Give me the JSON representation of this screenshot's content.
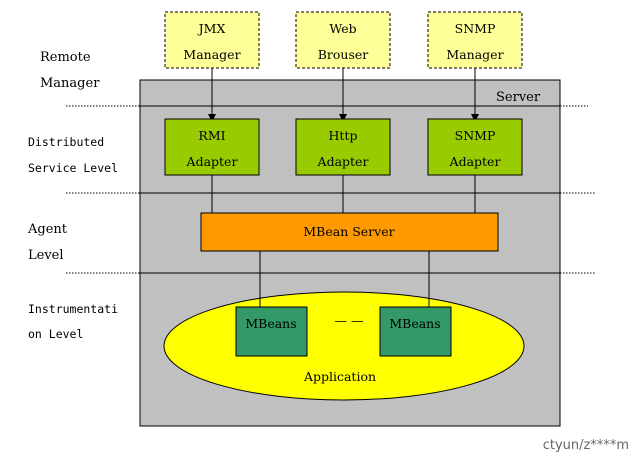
{
  "layers": {
    "remote_line1": "Remote",
    "remote_line2": "Manager",
    "distributed_line1": "Distributed",
    "distributed_line2": "Service Level",
    "agent_line1": "Agent",
    "agent_line2": "Level",
    "instr_line1": "Instrumentati",
    "instr_line2": "on Level"
  },
  "server_label": "Server",
  "managers": [
    {
      "line1": "JMX",
      "line2": "Manager"
    },
    {
      "line1": "Web",
      "line2": "Brouser"
    },
    {
      "line1": "SNMP",
      "line2": "Manager"
    }
  ],
  "adapters": [
    {
      "line1": "RMI",
      "line2": "Adapter"
    },
    {
      "line1": "Http",
      "line2": "Adapter"
    },
    {
      "line1": "SNMP",
      "line2": "Adapter"
    }
  ],
  "mbean_server": "MBean Server",
  "mbeans": [
    "MBeans",
    "MBeans"
  ],
  "ellipsis": "— —",
  "application": "Application",
  "watermark": "ctyun/z****m",
  "colors": {
    "server_bg": "#c0c0c0",
    "manager_bg": "#ffff99",
    "adapter_bg": "#99cc00",
    "mbean_server_bg": "#ff9900",
    "application_bg": "#ffff00",
    "mbean_bg": "#339966"
  }
}
